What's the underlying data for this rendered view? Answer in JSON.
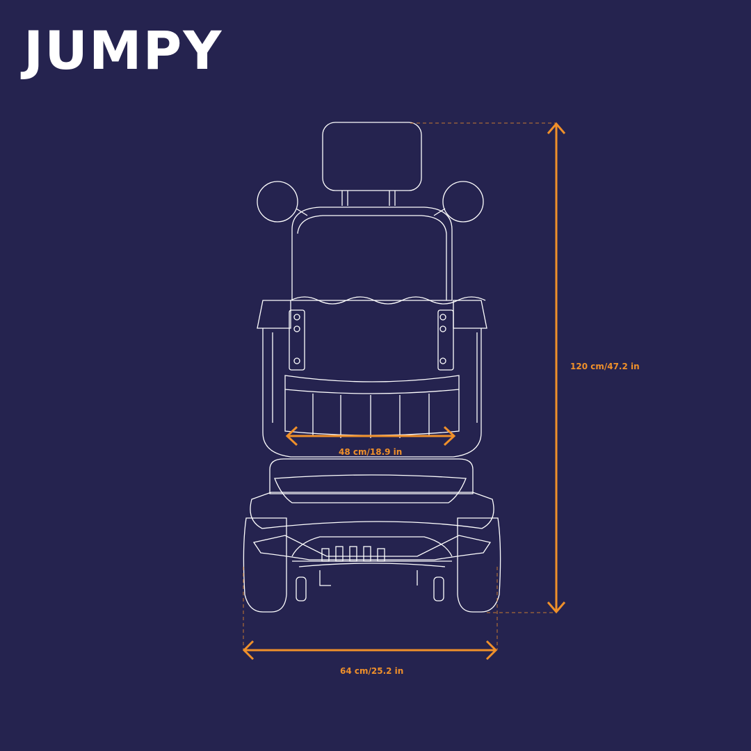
{
  "title": "JUMPY",
  "colors": {
    "background": "#25234f",
    "outline": "#ffffff",
    "dimension": "#f0902a"
  },
  "dimensions": {
    "height": "120 cm/47.2 in",
    "seat_width": "48 cm/18.9 in",
    "overall_width": "64 cm/25.2 in"
  }
}
